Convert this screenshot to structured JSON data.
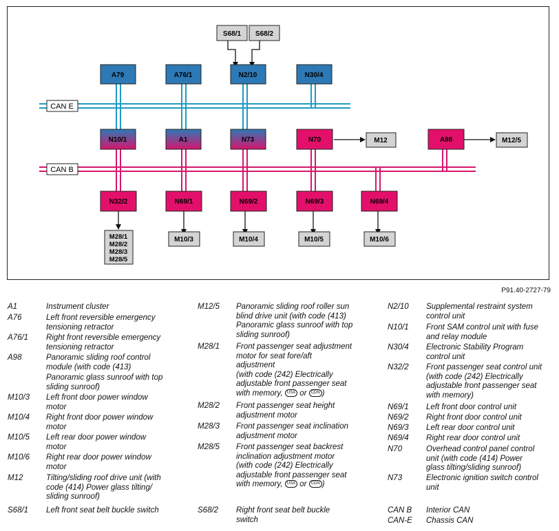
{
  "diagram": {
    "bus_labels": {
      "can_e": "CAN E",
      "can_b": "CAN B"
    },
    "nodes": {
      "S68_1": "S68/1",
      "S68_2": "S68/2",
      "A79": "A79",
      "A76_1": "A76/1",
      "N2_10": "N2/10",
      "N30_4": "N30/4",
      "N10_1": "N10/1",
      "A1": "A1",
      "N73": "N73",
      "N70": "N70",
      "M12": "M12",
      "A98": "A98",
      "M12_5": "M12/5",
      "N32_2": "N32/2",
      "N69_1": "N69/1",
      "N69_2": "N69/2",
      "N69_3": "N69/3",
      "N69_4": "N69/4",
      "M28": "M28/1\nM28/2\nM28/3\nM28/5",
      "M10_3": "M10/3",
      "M10_4": "M10/4",
      "M10_5": "M10/5",
      "M10_6": "M10/6"
    },
    "reference": "P91.40-2727-79"
  },
  "legend": {
    "col1": [
      {
        "code": "A1",
        "desc": "Instrument cluster"
      },
      {
        "code": "A76",
        "desc": "Left front reversible emergency\ntensioning retractor"
      },
      {
        "code": "A76/1",
        "desc": "Right front reversible emergency\ntensioning retractor"
      },
      {
        "code": "A98",
        "desc": "Panoramic sliding roof control\nmodule (with code (413)"
      },
      {
        "code": "",
        "desc": "Panoramic glass sunroof with top\nsliding sunroof)"
      },
      {
        "code": "M10/3",
        "desc": "Left front door power window\nmotor"
      },
      {
        "code": "M10/4",
        "desc": "Right front door power window\nmotor"
      },
      {
        "code": "M10/5",
        "desc": "Left rear door power window\nmotor"
      },
      {
        "code": "M10/6",
        "desc": "Right rear door power window\nmotor"
      },
      {
        "code": "M12",
        "desc": "Tilting/sliding roof drive unit (with\ncode (414) Power glass tilting/\nsliding sunroof)"
      },
      {
        "code": "S68/1",
        "desc": "Left front seat belt buckle switch"
      }
    ],
    "col2": [
      {
        "code": "M12/5",
        "desc": "Panoramic sliding roof roller sun\nblind drive unit (with code (413)\nPanoramic glass sunroof with top\nsliding sunroof)"
      },
      {
        "code": "M28/1",
        "desc": "Front passenger seat adjustment\nmotor for seat fore/aft\nadjustment\n(with code (242) Electrically\nadjustable front passenger seat"
      },
      {
        "code": "M28/2",
        "desc": "Front passenger seat height\nadjustment motor"
      },
      {
        "code": "M28/3",
        "desc": "Front passenger seat inclination\nadjustment motor"
      },
      {
        "code": "M28/5",
        "desc": "Front passenger seat backrest\ninclination adjustment motor\n(with code (242) Electrically\nadjustable front passenger seat"
      },
      {
        "code": "S68/2",
        "desc": "Right front seat belt buckle\nswitch"
      }
    ],
    "memory_line": {
      "prefix": "with memory,",
      "usa": "USA",
      "or": "or",
      "cdn": "CDN",
      "suffix": ")"
    },
    "col3": [
      {
        "code": "N2/10",
        "desc": "Supplemental restraint system\ncontrol unit"
      },
      {
        "code": "N10/1",
        "desc": "Front SAM control unit with fuse\nand relay module"
      },
      {
        "code": "N30/4",
        "desc": "Electronic Stability Program\ncontrol unit"
      },
      {
        "code": "N32/2",
        "desc": "Front passenger seat control unit\n (with code (242) Electrically\nadjustable front passenger seat\nwith memory)"
      },
      {
        "code": "N69/1",
        "desc": "Left front door control unit"
      },
      {
        "code": "N69/2",
        "desc": "Right front door control unit"
      },
      {
        "code": "N69/3",
        "desc": "Left rear door control unit"
      },
      {
        "code": "N69/4",
        "desc": "Right rear door control unit"
      },
      {
        "code": "N70",
        "desc": "Overhead control panel control\nunit (with code (414) Power\nglass tilting/sliding sunroof)"
      },
      {
        "code": "N73",
        "desc": "Electronic ignition switch control\nunit"
      },
      {
        "code": "CAN B",
        "desc": "Interior CAN"
      },
      {
        "code": "CAN-E",
        "desc": "Chassis CAN"
      }
    ]
  },
  "colors": {
    "can_e": "#1e9bc1",
    "can_e_dark": "#3d6f8a",
    "can_b": "#d6156d",
    "box_grey": "#d4d4d4",
    "box_blue": "#2d79b5",
    "box_pink": "#e3106b"
  }
}
